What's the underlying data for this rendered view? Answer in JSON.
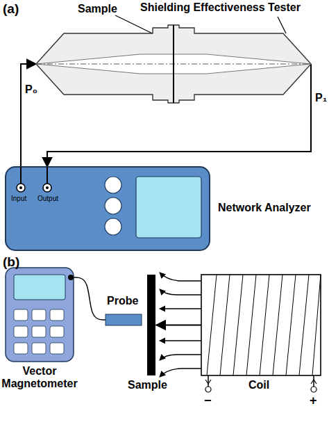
{
  "diagram": {
    "nodes": [
      {
        "text": [
          "Shielding Effectiveness Tester"
        ]
      },
      {
        "text": [
          "Input",
          "Output",
          "Network Analyzer"
        ]
      },
      {
        "text": [
          "Vector Magnetometer"
        ]
      },
      {
        "text": [
          "Probe"
        ]
      },
      {
        "text": [
          "Sample"
        ]
      },
      {
        "text": [
          "Coil"
        ]
      }
    ],
    "edges": [
      {
        "from": 1,
        "to": 0,
        "arrow": "to",
        "label": "P₀"
      },
      {
        "from": 0,
        "to": 1,
        "arrow": "to",
        "label": "P₁"
      },
      {
        "from": 2,
        "to": 3,
        "arrow": "none"
      },
      {
        "from": 5,
        "to": 4,
        "arrow": "to"
      }
    ],
    "labels": [
      "(a)",
      "Sample",
      "(b)",
      "−",
      "+"
    ]
  }
}
